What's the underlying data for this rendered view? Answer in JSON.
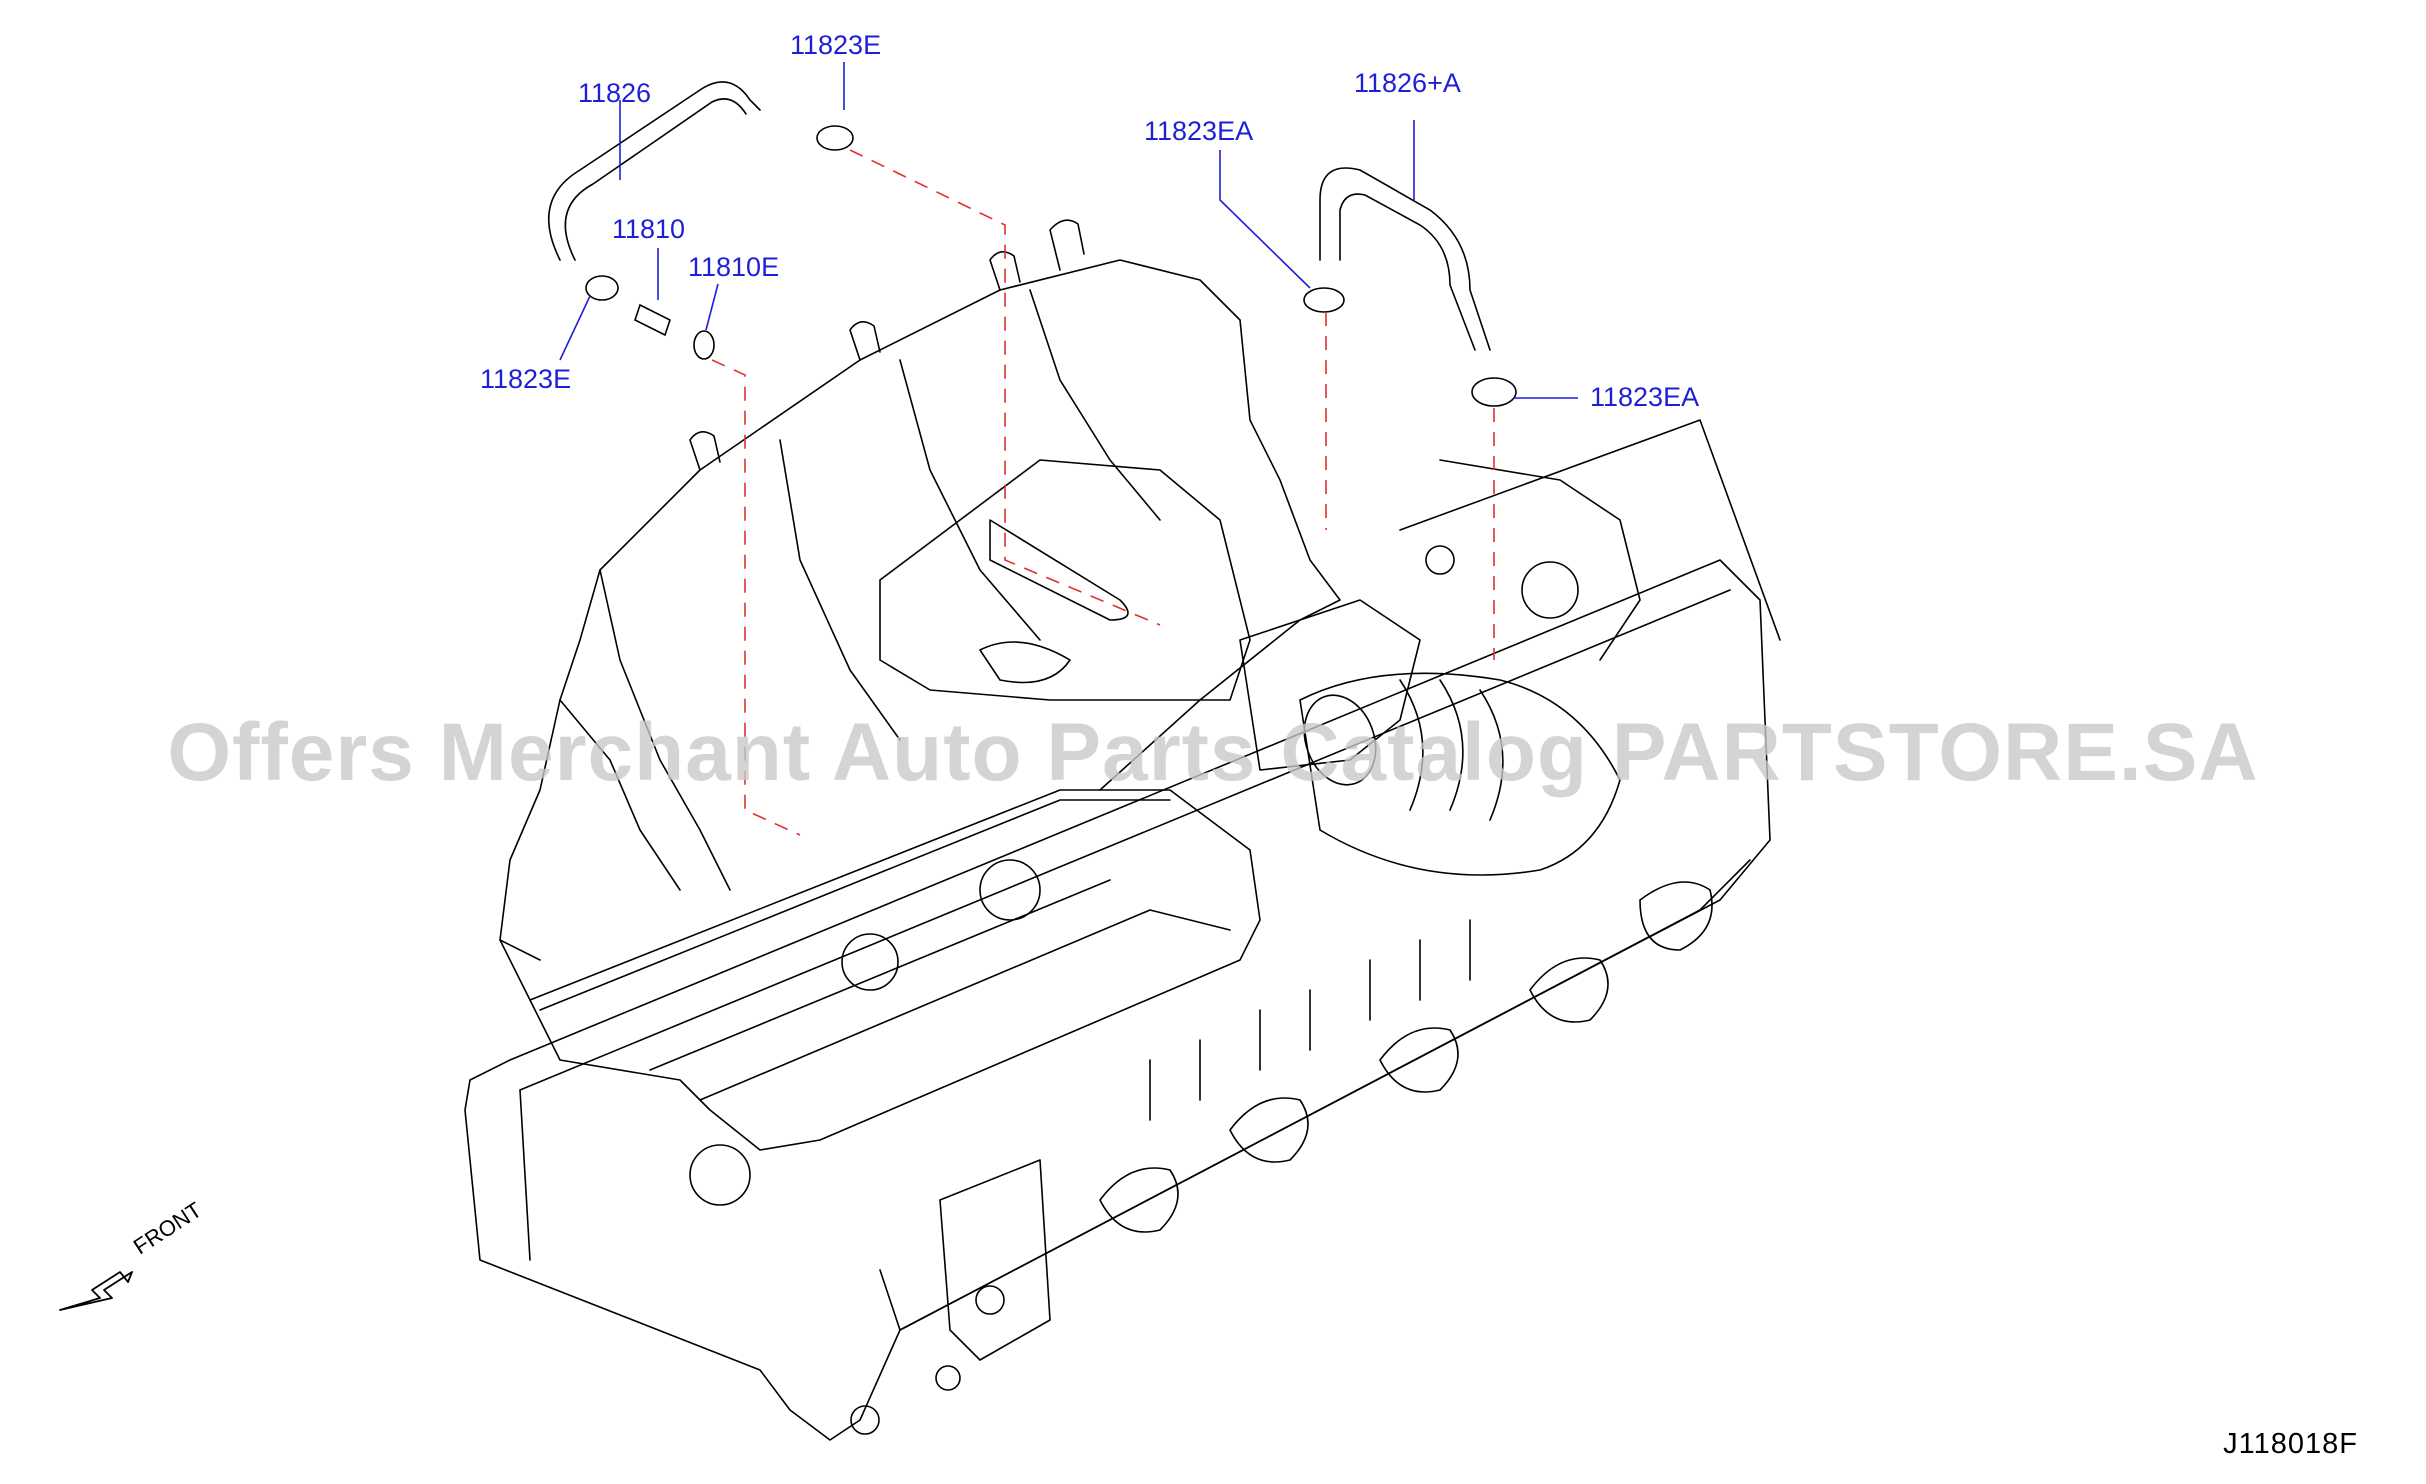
{
  "callouts": {
    "c11823E_top": "11823E",
    "c11826": "11826",
    "c11810": "11810",
    "c11810E": "11810E",
    "c11823E_left": "11823E",
    "c11826A": "11826+A",
    "c11823EA_top": "11823EA",
    "c11823EA_right": "11823EA"
  },
  "front_label": "FRONT",
  "diagram_code": "J118018F",
  "watermark": "Offers Merchant Auto Parts Catalog PARTSTORE.SA",
  "colors": {
    "callout": "#1f1fd6",
    "line": "#000000",
    "dashed_leader": "#e03030",
    "watermark": "#c9c9c9"
  }
}
